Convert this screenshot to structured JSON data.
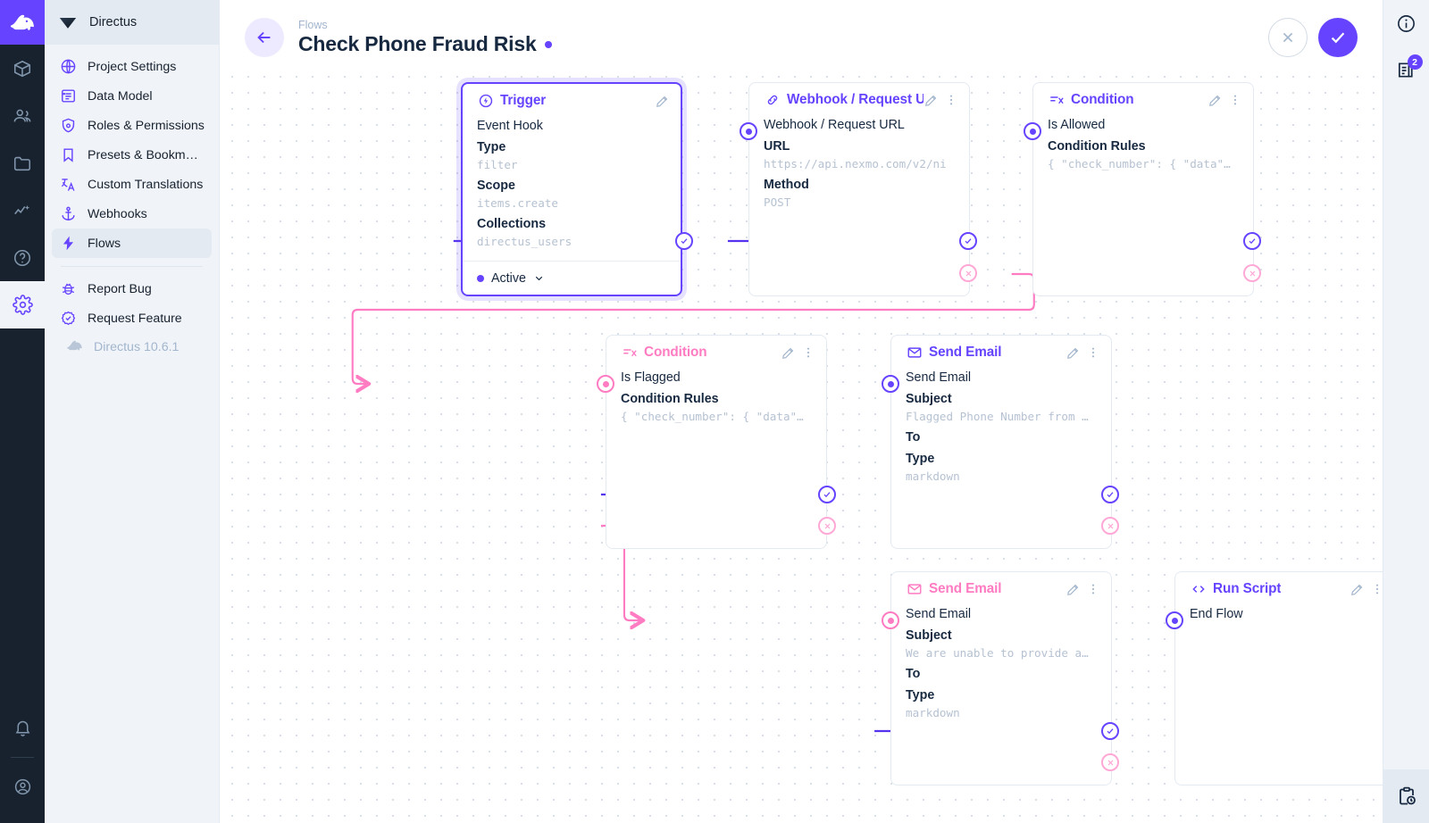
{
  "modulebar": {
    "logo_icon": "directus-rabbit-logo",
    "items": [
      {
        "name": "content",
        "icon": "box-icon"
      },
      {
        "name": "users",
        "icon": "people-icon"
      },
      {
        "name": "files",
        "icon": "folder-icon"
      },
      {
        "name": "insights",
        "icon": "analytics-icon"
      },
      {
        "name": "docs",
        "icon": "help-circle-icon"
      },
      {
        "name": "settings",
        "icon": "gear-icon",
        "active": true
      }
    ],
    "bottom": [
      {
        "name": "notifications",
        "icon": "bell-icon"
      },
      {
        "name": "account",
        "icon": "account-circle-icon"
      }
    ]
  },
  "sidebar": {
    "project_label": "Directus",
    "project_icon": "directus-diamond-icon",
    "items": [
      {
        "label": "Project Settings",
        "icon": "public-globe-icon",
        "active": false
      },
      {
        "label": "Data Model",
        "icon": "list-alt-icon",
        "active": false
      },
      {
        "label": "Roles & Permissions",
        "icon": "admin-shield-icon",
        "active": false
      },
      {
        "label": "Presets & Bookmar...",
        "icon": "bookmark-icon",
        "active": false
      },
      {
        "label": "Custom Translations",
        "icon": "translate-icon",
        "active": false
      },
      {
        "label": "Webhooks",
        "icon": "anchor-icon",
        "active": false
      },
      {
        "label": "Flows",
        "icon": "bolt-icon",
        "active": true
      }
    ],
    "secondary_items": [
      {
        "label": "Report Bug",
        "icon": "bug-report-icon"
      },
      {
        "label": "Request Feature",
        "icon": "task-alt-icon"
      }
    ],
    "version_label": "Directus 10.6.1",
    "version_icon": "rabbit-icon"
  },
  "header": {
    "back_icon": "arrow-left-icon",
    "breadcrumb": "Flows",
    "title": "Check Phone Fraud Risk",
    "status_dot_color": "#6644ff",
    "cancel_icon": "close-x-icon",
    "save_icon": "check-icon"
  },
  "rightbar": {
    "info_icon": "info-circle-icon",
    "logs_icon": "logs-icon",
    "logs_badge": "2",
    "activity_icon": "clipboard-clock-icon"
  },
  "flow": {
    "nodes": [
      {
        "id": "trigger",
        "type": "trigger",
        "icon": "trigger-bolt-circle-icon",
        "title": "Trigger",
        "accent": "#6644ff",
        "selected": true,
        "primary": "Event Hook",
        "fields": [
          {
            "label": "Type",
            "value": "filter"
          },
          {
            "label": "Scope",
            "value": "items.create"
          },
          {
            "label": "Collections",
            "value": "directus_users"
          }
        ],
        "footer": {
          "status": "Active",
          "chevron_icon": "chevron-down-icon"
        },
        "has_edit": true,
        "has_menu": false
      },
      {
        "id": "webhook",
        "type": "operation",
        "icon": "link-chain-icon",
        "title": "Webhook / Request U",
        "accent": "#6644ff",
        "selected": false,
        "primary": "Webhook / Request URL",
        "fields": [
          {
            "label": "URL",
            "value": "https://api.nexmo.com/v2/ni"
          },
          {
            "label": "Method",
            "value": "POST"
          }
        ],
        "has_edit": true,
        "has_menu": true
      },
      {
        "id": "condition-allowed",
        "type": "operation",
        "icon": "condition-icon",
        "title": "Condition",
        "accent": "#6644ff",
        "selected": false,
        "primary": "Is Allowed",
        "fields": [
          {
            "label": "Condition Rules",
            "value": "{ \"check_number\": { \"data\"…"
          }
        ],
        "has_edit": true,
        "has_menu": true
      },
      {
        "id": "condition-flagged",
        "type": "operation",
        "icon": "condition-icon",
        "title": "Condition",
        "accent": "#ff7bc2",
        "selected": false,
        "primary": "Is Flagged",
        "fields": [
          {
            "label": "Condition Rules",
            "value": "{ \"check_number\": { \"data\"…"
          }
        ],
        "has_edit": true,
        "has_menu": true
      },
      {
        "id": "send-email-flagged",
        "type": "operation",
        "icon": "mail-icon",
        "title": "Send Email",
        "accent": "#6644ff",
        "selected": false,
        "primary": "Send Email",
        "fields": [
          {
            "label": "Subject",
            "value": "Flagged Phone Number from …"
          },
          {
            "label": "To",
            "value": ""
          },
          {
            "label": "Type",
            "value": "markdown"
          }
        ],
        "has_edit": true,
        "has_menu": true
      },
      {
        "id": "send-email-unable",
        "type": "operation",
        "icon": "mail-icon",
        "title": "Send Email",
        "accent": "#ff7bc2",
        "selected": false,
        "primary": "Send Email",
        "fields": [
          {
            "label": "Subject",
            "value": "We are unable to provide a…"
          },
          {
            "label": "To",
            "value": ""
          },
          {
            "label": "Type",
            "value": "markdown"
          }
        ],
        "has_edit": true,
        "has_menu": true
      },
      {
        "id": "run-script",
        "type": "operation",
        "icon": "code-brackets-icon",
        "title": "Run Script",
        "accent": "#6644ff",
        "selected": false,
        "primary": "End Flow",
        "fields": [],
        "has_edit": true,
        "has_menu": true
      }
    ],
    "colors": {
      "resolve": "#6644ff",
      "reject": "#ff7bc2",
      "reject_light": "#ffa8d6"
    }
  }
}
